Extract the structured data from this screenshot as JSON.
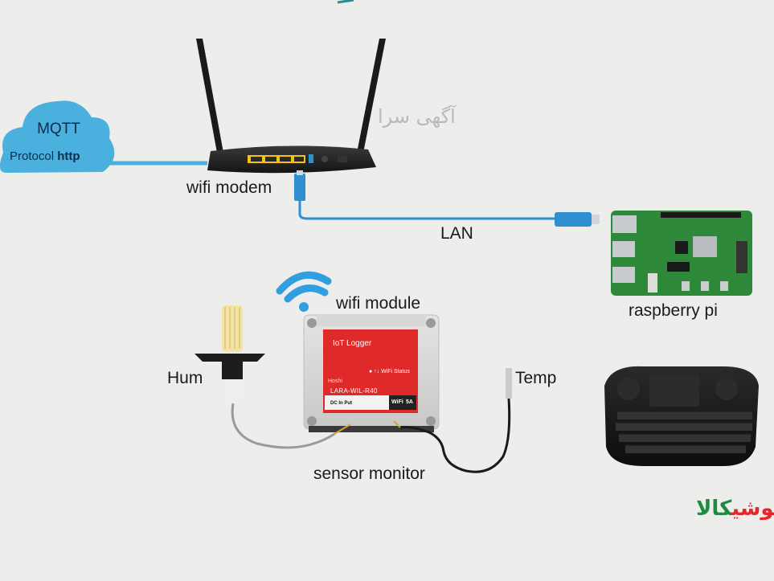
{
  "diagram": {
    "cloud": {
      "title": "MQTT",
      "subtitle_prefix": "Protocol",
      "subtitle_bold": "http"
    },
    "labels": {
      "wifi_modem": "wifi modem",
      "lan": "LAN",
      "raspberry_pi": "raspberry pi",
      "wifi_module": "wifi module",
      "hum": "Hum",
      "temp": "Temp",
      "sensor_monitor": "sensor monitor"
    },
    "logger": {
      "title": "IoT  Logger",
      "status": "● ↑↓  WiFi Status",
      "brand": "Hoshi",
      "model": "LARA-WIL-R40",
      "dc": "DC In Put",
      "badge_wifi": "WiFi",
      "badge_5a": "5A"
    },
    "watermark": "آگهی سرا",
    "brand_logo": {
      "part_red": "هوشی",
      "part_green": "کالا"
    }
  },
  "colors": {
    "cloud": "#4ab0de",
    "cable_blue": "#2f8fd0",
    "logger_red": "#e02a2a",
    "wifi_symbol": "#2f9fe0",
    "router_body": "#1e1e1e",
    "rpi_board": "#2e8a3a"
  }
}
